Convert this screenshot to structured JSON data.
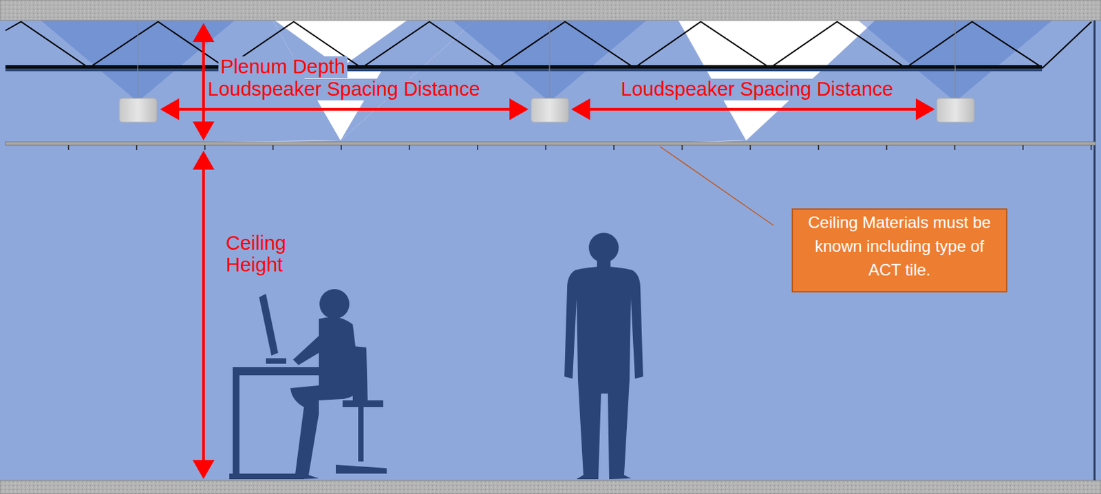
{
  "diagram": {
    "nodes": [
      {
        "text": [
          "Ceiling Materials must be known including type of ACT tile."
        ]
      }
    ],
    "edges": [],
    "labels": [
      "Plenum Depth",
      "Loudspeaker Spacing Distance",
      "Loudspeaker Spacing Distance",
      "Ceiling Height"
    ]
  }
}
